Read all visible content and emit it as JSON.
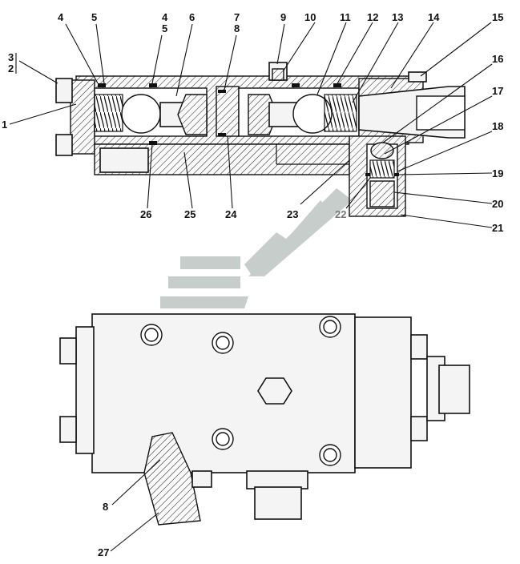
{
  "diagram": {
    "top_view_labels": [
      {
        "id": "l4a",
        "text": "4"
      },
      {
        "id": "l5a",
        "text": "5"
      },
      {
        "id": "l4b",
        "text": "4"
      },
      {
        "id": "l5b",
        "text": "5"
      },
      {
        "id": "l6",
        "text": "6"
      },
      {
        "id": "l7",
        "text": "7"
      },
      {
        "id": "l8a",
        "text": "8"
      },
      {
        "id": "l9",
        "text": "9"
      },
      {
        "id": "l10",
        "text": "10"
      },
      {
        "id": "l11",
        "text": "11"
      },
      {
        "id": "l12",
        "text": "12"
      },
      {
        "id": "l13",
        "text": "13"
      },
      {
        "id": "l14",
        "text": "14"
      },
      {
        "id": "l15",
        "text": "15"
      },
      {
        "id": "l16",
        "text": "16"
      },
      {
        "id": "l17",
        "text": "17"
      },
      {
        "id": "l18",
        "text": "18"
      },
      {
        "id": "l19",
        "text": "19"
      },
      {
        "id": "l20",
        "text": "20"
      },
      {
        "id": "l21",
        "text": "21"
      },
      {
        "id": "l22",
        "text": "22"
      },
      {
        "id": "l23",
        "text": "23"
      },
      {
        "id": "l24",
        "text": "24"
      },
      {
        "id": "l25",
        "text": "25"
      },
      {
        "id": "l26",
        "text": "26"
      },
      {
        "id": "l1",
        "text": "1"
      },
      {
        "id": "l3",
        "text": "3"
      },
      {
        "id": "l2",
        "text": "2"
      }
    ],
    "bottom_view_labels": [
      {
        "id": "l8b",
        "text": "8"
      },
      {
        "id": "l27",
        "text": "27"
      }
    ],
    "colors": {
      "line": "#111111",
      "watermark": "#9aa59f",
      "background": "#ffffff"
    }
  }
}
